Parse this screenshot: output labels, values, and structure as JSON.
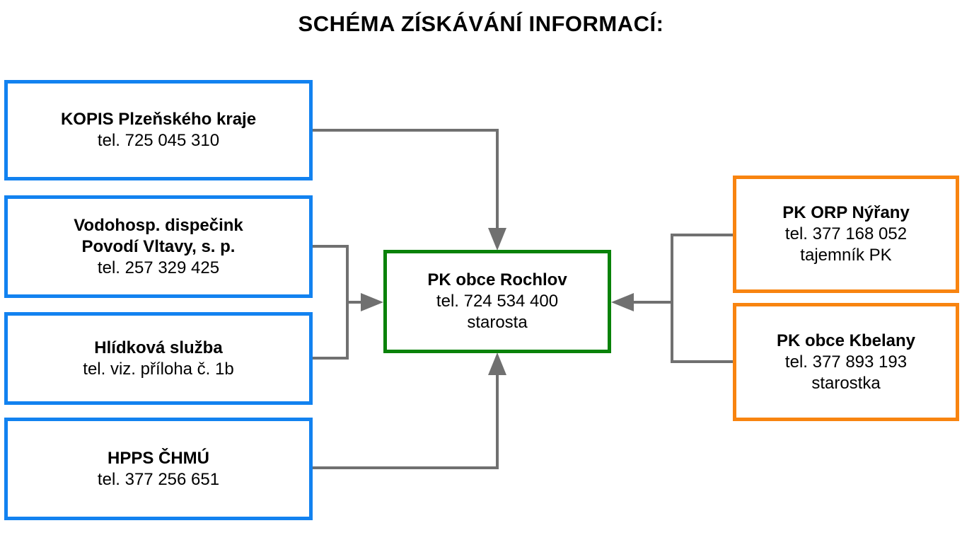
{
  "title": "SCHÉMA ZÍSKÁVÁNÍ INFORMACÍ:",
  "colors": {
    "source_border": "#1282f0",
    "center_border": "#098209",
    "partner_border": "#f88410",
    "connector": "#707070"
  },
  "sources": [
    {
      "name": "KOPIS Plzeňského kraje",
      "lines": [
        "tel. 725 045 310"
      ]
    },
    {
      "name": "Vodohosp. dispečink",
      "name2": "Povodí Vltavy, s. p.",
      "lines": [
        "tel. 257 329 425"
      ]
    },
    {
      "name": "Hlídková služba",
      "lines": [
        "tel. viz. příloha č. 1b"
      ]
    },
    {
      "name": "HPPS ČHMÚ",
      "lines": [
        "tel. 377 256 651"
      ]
    }
  ],
  "center": {
    "name": "PK obce Rochlov",
    "lines": [
      "tel. 724 534 400",
      "starosta"
    ]
  },
  "partners": [
    {
      "name": "PK ORP Nýřany",
      "lines": [
        "tel. 377 168 052",
        "tajemník PK"
      ]
    },
    {
      "name": "PK obce Kbelany",
      "lines": [
        "tel. 377 893 193",
        "starostka"
      ]
    }
  ],
  "edges": [
    {
      "from": "KOPIS Plzeňského kraje",
      "to": "PK obce Rochlov"
    },
    {
      "from": "Vodohosp. dispečink Povodí Vltavy, s. p.",
      "to": "PK obce Rochlov"
    },
    {
      "from": "Hlídková služba",
      "to": "PK obce Rochlov"
    },
    {
      "from": "HPPS ČHMÚ",
      "to": "PK obce Rochlov"
    },
    {
      "from": "PK ORP Nýřany",
      "to": "PK obce Rochlov"
    },
    {
      "from": "PK obce Kbelany",
      "to": "PK obce Rochlov"
    }
  ]
}
